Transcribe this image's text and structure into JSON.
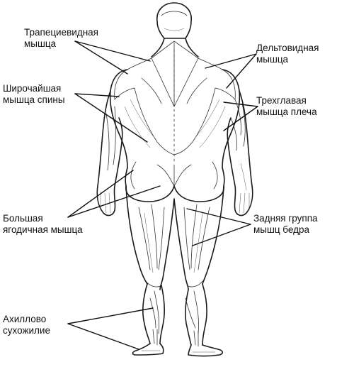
{
  "labels": {
    "trapezius": {
      "line1": "Трапециевидная",
      "line2": "мышца"
    },
    "deltoid": {
      "line1": "Дельтовидная",
      "line2": "мышца"
    },
    "latissimus": {
      "line1": "Широчайшая",
      "line2": "мышца спины"
    },
    "triceps": {
      "line1": "Трехглавая",
      "line2": "мышца плеча"
    },
    "gluteus": {
      "line1": "Большая",
      "line2": "ягодичная мышца"
    },
    "hamstrings": {
      "line1": "Задняя группа",
      "line2": "мышц бедра"
    },
    "achilles": {
      "line1": "Ахиллово",
      "line2": "сухожилие"
    }
  },
  "colors": {
    "ink": "#1a1a1a",
    "background": "#ffffff"
  }
}
